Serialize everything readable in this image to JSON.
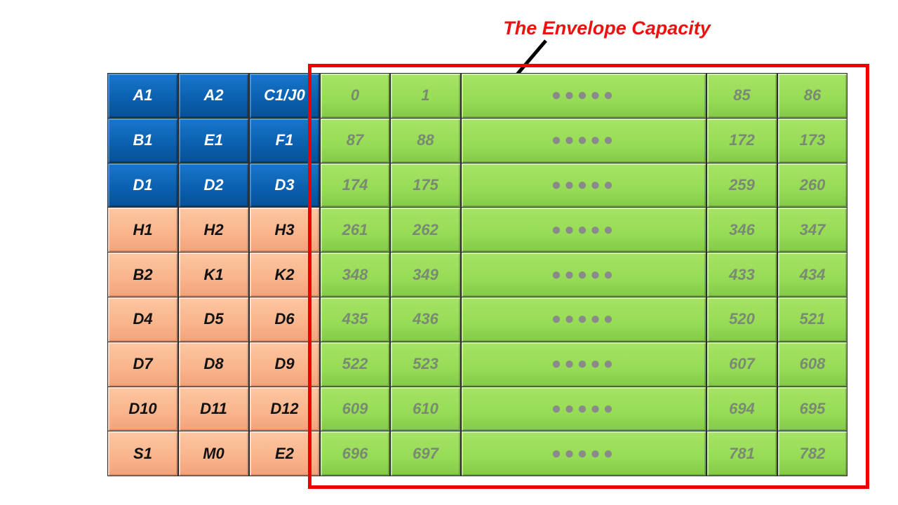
{
  "annotation": {
    "label": "The Envelope Capacity",
    "color": "#ee1111"
  },
  "colors": {
    "blue": "#0a5fae",
    "orange": "#f9b48b",
    "green": "#96dc55",
    "frame": "#ee0000"
  },
  "rows": [
    {
      "labels": [
        "A1",
        "A2",
        "C1/J0"
      ],
      "type": "blue",
      "values": [
        "0",
        "1",
        "●●●●●",
        "85",
        "86"
      ]
    },
    {
      "labels": [
        "B1",
        "E1",
        "F1"
      ],
      "type": "blue",
      "values": [
        "87",
        "88",
        "●●●●●",
        "172",
        "173"
      ]
    },
    {
      "labels": [
        "D1",
        "D2",
        "D3"
      ],
      "type": "blue",
      "values": [
        "174",
        "175",
        "●●●●●",
        "259",
        "260"
      ]
    },
    {
      "labels": [
        "H1",
        "H2",
        "H3"
      ],
      "type": "orange",
      "values": [
        "261",
        "262",
        "●●●●●",
        "346",
        "347"
      ]
    },
    {
      "labels": [
        "B2",
        "K1",
        "K2"
      ],
      "type": "orange",
      "values": [
        "348",
        "349",
        "●●●●●",
        "433",
        "434"
      ]
    },
    {
      "labels": [
        "D4",
        "D5",
        "D6"
      ],
      "type": "orange",
      "values": [
        "435",
        "436",
        "●●●●●",
        "520",
        "521"
      ]
    },
    {
      "labels": [
        "D7",
        "D8",
        "D9"
      ],
      "type": "orange",
      "values": [
        "522",
        "523",
        "●●●●●",
        "607",
        "608"
      ]
    },
    {
      "labels": [
        "D10",
        "D11",
        "D12"
      ],
      "type": "orange",
      "values": [
        "609",
        "610",
        "●●●●●",
        "694",
        "695"
      ]
    },
    {
      "labels": [
        "S1",
        "M0",
        "E2"
      ],
      "type": "orange",
      "values": [
        "696",
        "697",
        "●●●●●",
        "781",
        "782"
      ]
    }
  ]
}
